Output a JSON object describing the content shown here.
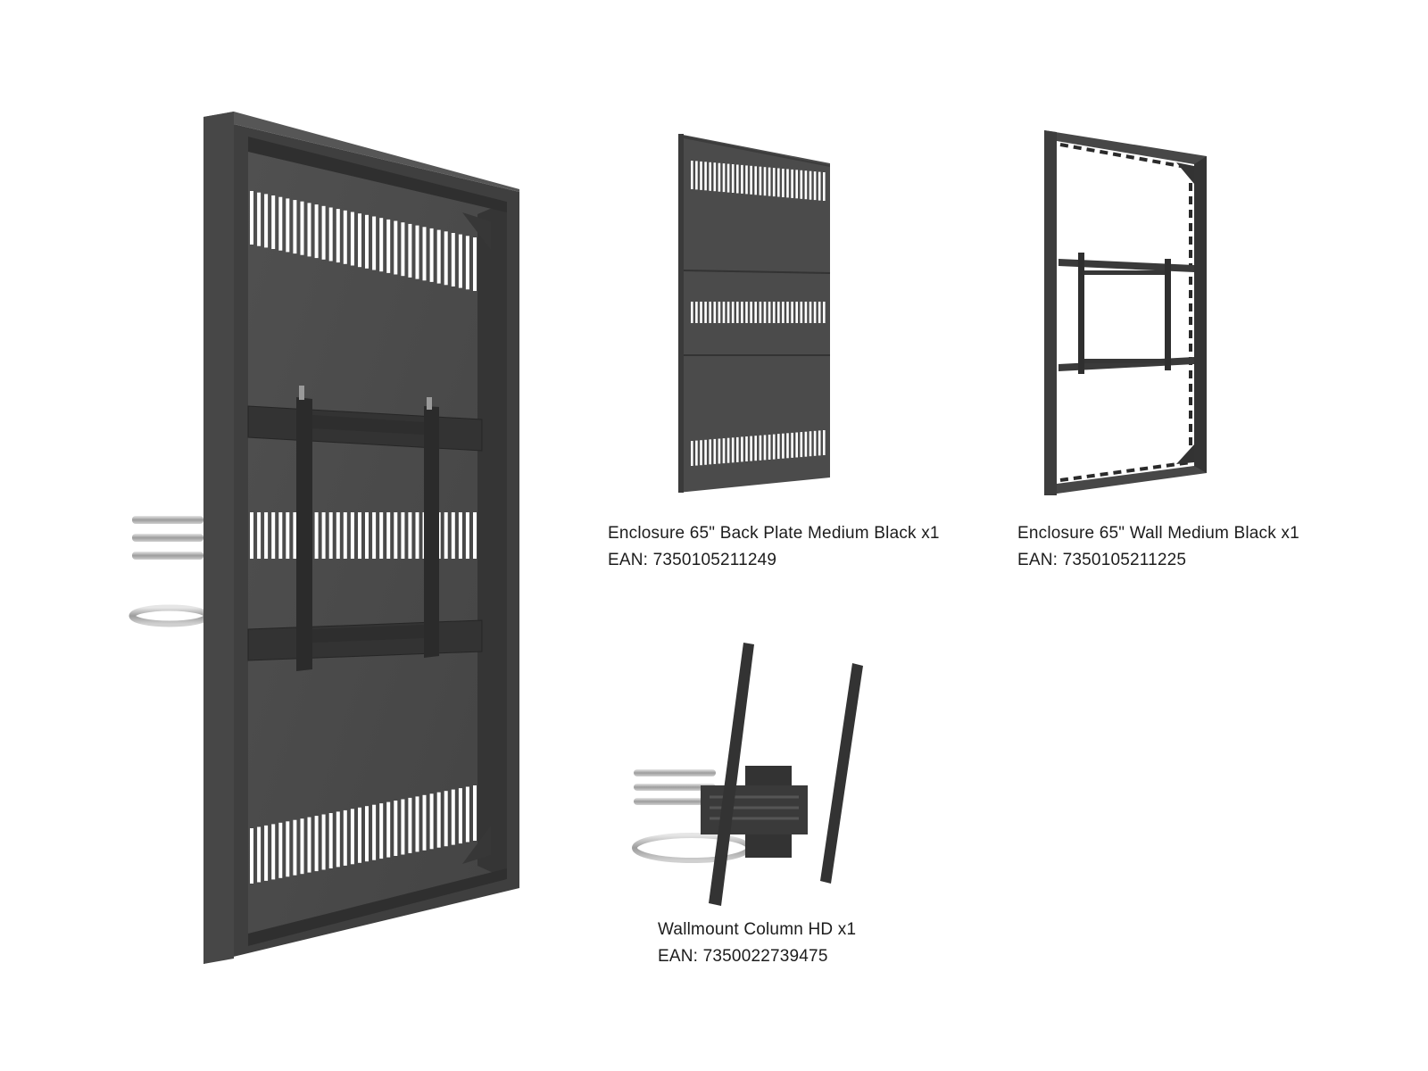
{
  "products": {
    "back_plate": {
      "name": "Enclosure 65\" Back Plate Medium Black x1",
      "ean": "EAN: 7350105211249"
    },
    "wall": {
      "name": "Enclosure 65\" Wall Medium Black x1",
      "ean": "EAN: 7350105211225"
    },
    "wallmount": {
      "name": "Wallmount Column HD x1",
      "ean": "EAN: 7350022739475"
    }
  },
  "colors": {
    "background": "#ffffff",
    "metal_dark": "#3b3b3b",
    "metal_mid": "#4a4a4a",
    "metal_light": "#5a5a5a",
    "steel_band": "#b8b8b8",
    "text": "#1c1c1c"
  }
}
